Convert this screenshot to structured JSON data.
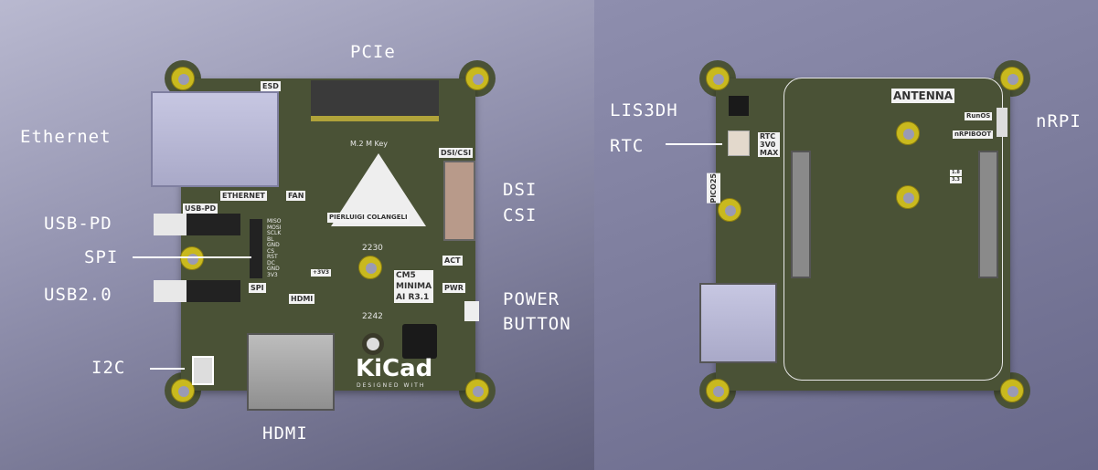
{
  "callouts_left": {
    "pcie": "PCIe",
    "ethernet": "Ethernet",
    "usb_pd": "USB-PD",
    "spi": "SPI",
    "usb2": "USB2.0",
    "i2c": "I2C",
    "hdmi": "HDMI",
    "dsi": "DSI",
    "csi": "CSI",
    "power": "POWER",
    "button": "BUTTON"
  },
  "callouts_right": {
    "lis3dh": "LIS3DH",
    "rtc": "RTC",
    "nrpi": "nRPI"
  },
  "silk_front": {
    "esd": "ESD",
    "ethernet": "ETHERNET",
    "fan": "FAN",
    "usb_pd": "USB-PD",
    "spi": "SPI",
    "spi_pins": [
      "MISO",
      "MOSI",
      "SCLK",
      "BL",
      "GND",
      "CS",
      "RST",
      "DC",
      "GND",
      "3V3"
    ],
    "hdmi": "HDMI",
    "m2": "M.2 M Key",
    "author": "PIERLUIGI COLANGELI",
    "size_2230": "2230",
    "size_2242": "2242",
    "v33": "+3V3",
    "dsi_csi": "DSI/CSI",
    "act": "ACT",
    "pwr": "PWR",
    "board_name": [
      "CM5",
      "MINIMA",
      "AI R3.1"
    ],
    "kicad": "KiCad",
    "designed_with": "DESIGNED WITH"
  },
  "silk_back": {
    "antenna": "ANTENNA",
    "rtc": [
      "RTC",
      "3V0",
      "MAX"
    ],
    "pico": "PICO25",
    "runos": "RunOS",
    "nrpiboot": "nRPIBOOT",
    "v18": "1.8",
    "v33": "3.3"
  },
  "colors": {
    "pcb": "#4a5236",
    "pad": "#c9b91e",
    "label": "#ffffff"
  }
}
